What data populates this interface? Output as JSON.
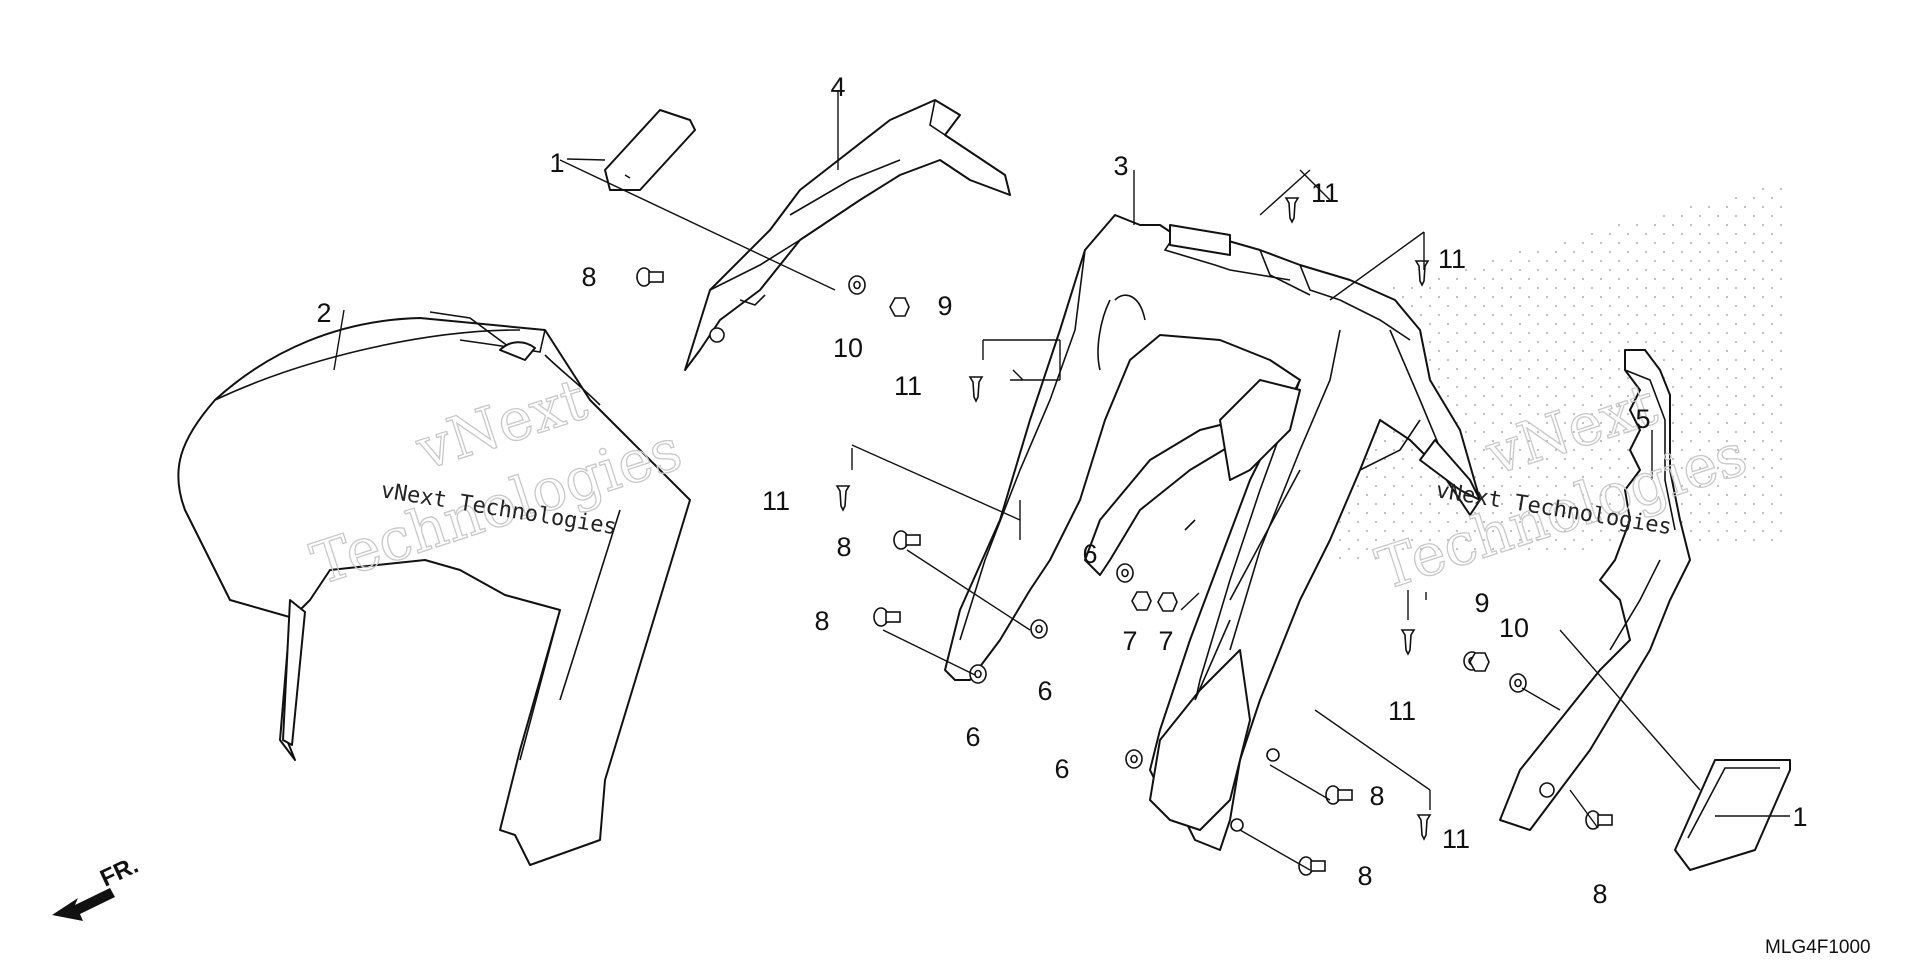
{
  "diagram": {
    "drawing_code": "MLG4F1000",
    "direction_label": "FR.",
    "callouts": [
      {
        "label": "1"
      },
      {
        "label": "1"
      },
      {
        "label": "2"
      },
      {
        "label": "3"
      },
      {
        "label": "4"
      },
      {
        "label": "5"
      },
      {
        "label": "6"
      },
      {
        "label": "6"
      },
      {
        "label": "6"
      },
      {
        "label": "6"
      },
      {
        "label": "7"
      },
      {
        "label": "7"
      },
      {
        "label": "8"
      },
      {
        "label": "8"
      },
      {
        "label": "8"
      },
      {
        "label": "8"
      },
      {
        "label": "8"
      },
      {
        "label": "8"
      },
      {
        "label": "9"
      },
      {
        "label": "9"
      },
      {
        "label": "10"
      },
      {
        "label": "10"
      },
      {
        "label": "11"
      },
      {
        "label": "11"
      },
      {
        "label": "11"
      },
      {
        "label": "11"
      },
      {
        "label": "11"
      },
      {
        "label": "11"
      }
    ],
    "watermarks": [
      {
        "text": "vNext"
      },
      {
        "text": "Technologies"
      },
      {
        "text": "vNext Technologies"
      },
      {
        "text": "vNext"
      },
      {
        "text": "Technologies"
      },
      {
        "text": "vNext Technologies"
      }
    ]
  }
}
